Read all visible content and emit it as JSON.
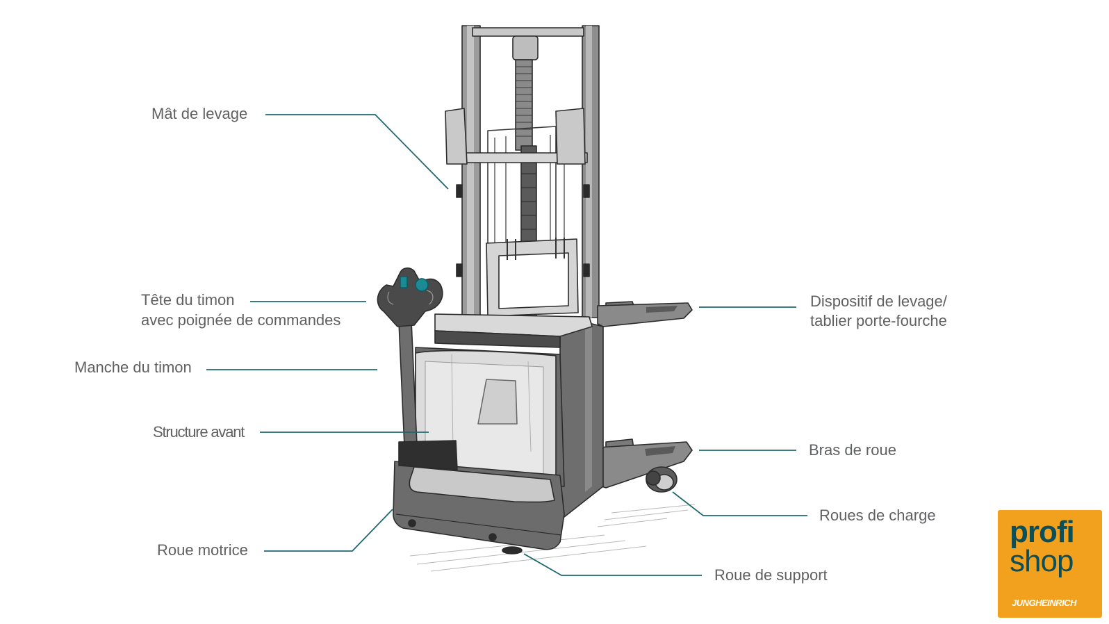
{
  "labels": {
    "mat": "Mât de levage",
    "tete_1": "Tête du timon",
    "tete_2": "avec poignée de commandes",
    "manche": "Manche du timon",
    "structure": "Structure avant",
    "motrice": "Roue motrice",
    "dispositif_1": "Dispositif de levage/",
    "dispositif_2": "tablier porte-fourche",
    "bras": "Bras de roue",
    "charge": "Roues de charge",
    "support": "Roue de support"
  },
  "logo": {
    "word1": "profi",
    "word2": "shop",
    "brand": "JUNGHEINRICH"
  },
  "colors": {
    "leader": "#1f6870",
    "label_text": "#5f6062",
    "logo_bg": "#f2a11e",
    "logo_text": "#0c4f58",
    "accent": "#1a8a95"
  }
}
